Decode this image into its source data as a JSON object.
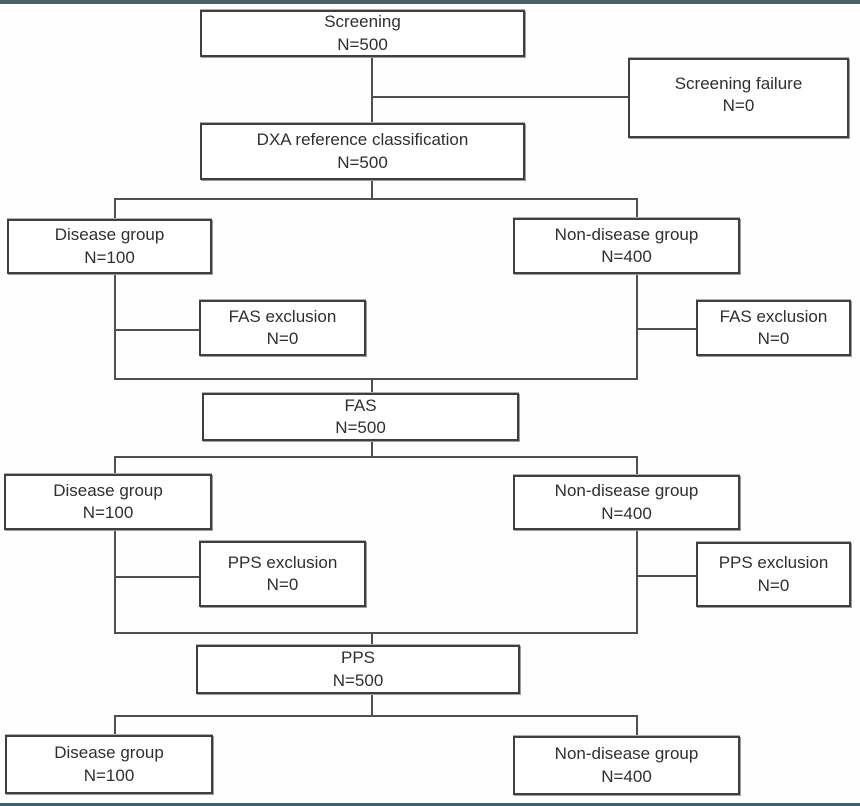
{
  "diagram_type": "participant-disposition-flowchart",
  "nodes": {
    "screening": {
      "label": "Screening",
      "count": "N=500"
    },
    "screening_failure": {
      "label": "Screening failure",
      "count": "N=0"
    },
    "dxa": {
      "label": "DXA reference classification",
      "count": "N=500"
    },
    "dxa_disease": {
      "label": "Disease group",
      "count": "N=100"
    },
    "dxa_nondisease": {
      "label": "Non-disease group",
      "count": "N=400"
    },
    "fas_exclusion_disease": {
      "label": "FAS exclusion",
      "count": "N=0"
    },
    "fas_exclusion_nondisease": {
      "label": "FAS exclusion",
      "count": "N=0"
    },
    "fas": {
      "label": "FAS",
      "count": "N=500"
    },
    "fas_disease": {
      "label": "Disease group",
      "count": "N=100"
    },
    "fas_nondisease": {
      "label": "Non-disease group",
      "count": "N=400"
    },
    "pps_exclusion_disease": {
      "label": "PPS exclusion",
      "count": "N=0"
    },
    "pps_exclusion_nondisease": {
      "label": "PPS exclusion",
      "count": "N=0"
    },
    "pps": {
      "label": "PPS",
      "count": "N=500"
    },
    "pps_disease": {
      "label": "Disease group",
      "count": "N=100"
    },
    "pps_nondisease": {
      "label": "Non-disease group",
      "count": "N=400"
    }
  },
  "colors": {
    "box_border": "#3f3f3f",
    "connector_line": "#4f4f4f",
    "text": "#2f2f2f",
    "background": "#fefefe",
    "top_strip": "#4d6069",
    "bottom_strip": "#3a6372"
  }
}
